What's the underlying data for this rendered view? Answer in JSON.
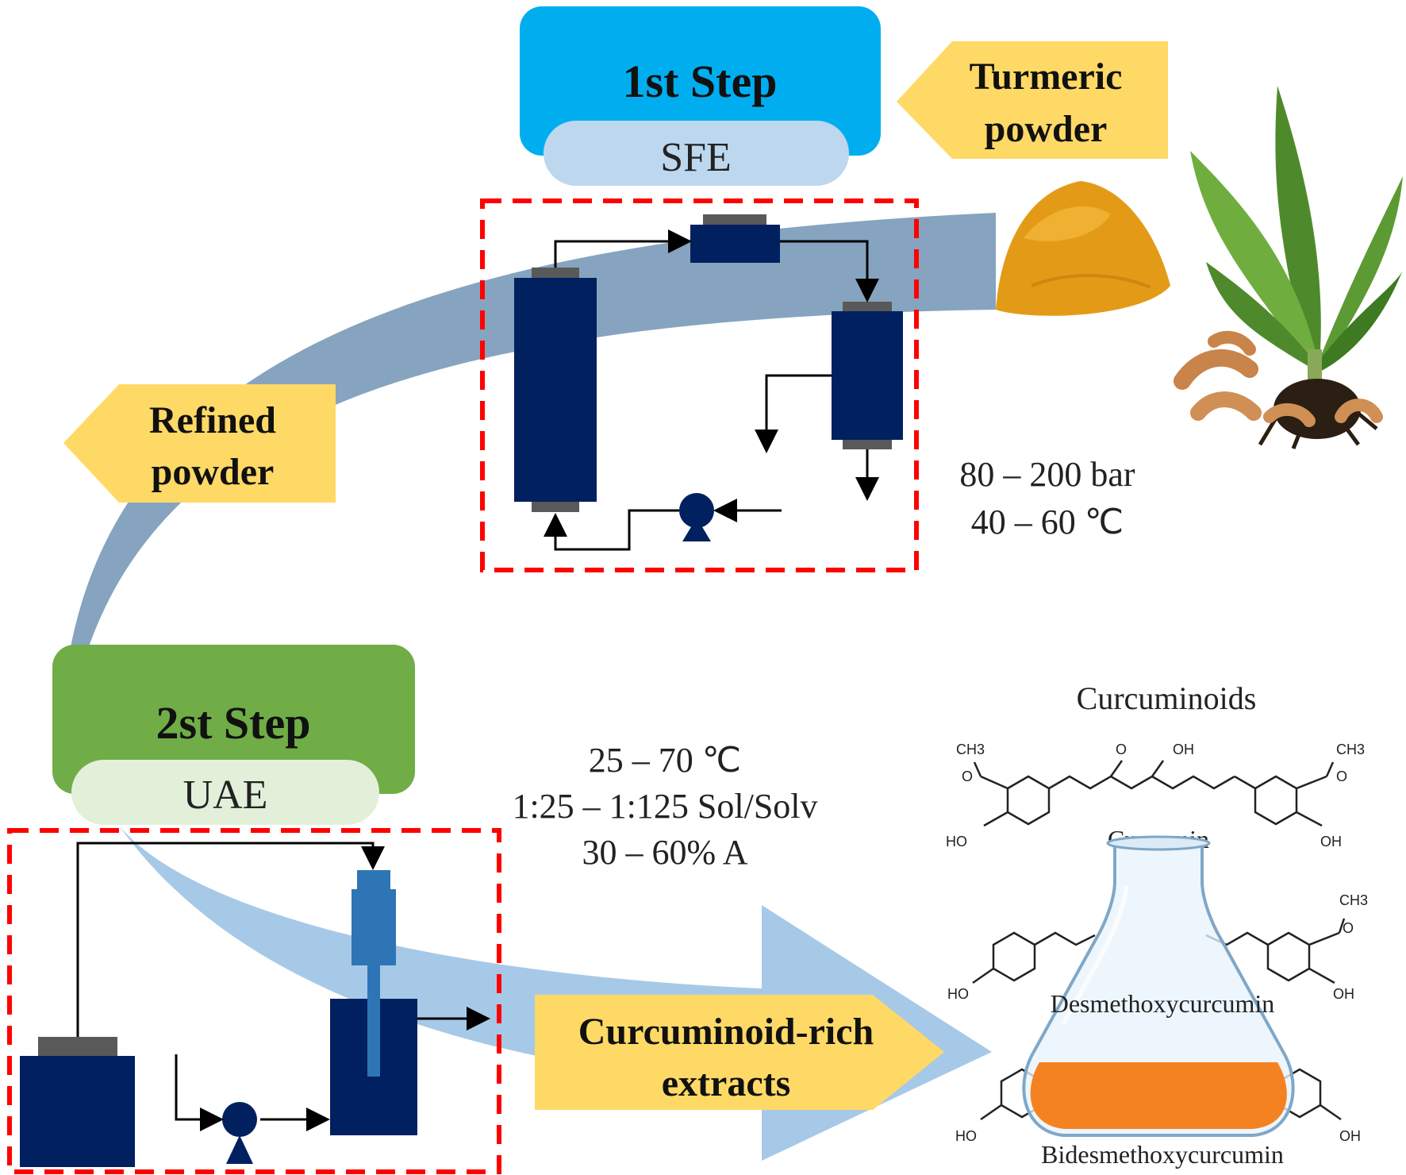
{
  "step1": {
    "title": "1st Step",
    "method": "SFE"
  },
  "step2": {
    "title": "2st Step",
    "method": "UAE"
  },
  "inputs": {
    "turmeric_line1": "Turmeric",
    "turmeric_line2": "powder"
  },
  "intermediate": {
    "refined_line1": "Refined",
    "refined_line2": "powder"
  },
  "output": {
    "extract_line1": "Curcuminoid-rich",
    "extract_line2": "extracts"
  },
  "sfe_conditions": {
    "pressure": "80 – 200 bar",
    "temperature": "40 – 60 ℃"
  },
  "uae_conditions": {
    "temperature": "25 – 70 ℃",
    "ratio": "1:25 – 1:125 Sol/Solv",
    "amplitude": "30 – 60% A"
  },
  "curcuminoids": {
    "heading": "Curcuminoids",
    "compound1": "Curcumin",
    "compound2": "Desmethoxycurcumin",
    "compound3": "Bidesmethoxycurcumin",
    "labels": {
      "ch3": "CH3",
      "o": "O",
      "oh": "OH",
      "ho": "HO"
    }
  },
  "colors": {
    "step1_header": "#00AEEF",
    "step1_sub": "#BDD7EE",
    "step2_header": "#70AD47",
    "step2_sub": "#E2F0D9",
    "callout": "#FFD966",
    "equipment": "#002060",
    "dashed_border": "#FF0000",
    "arc": "#7F9FBC",
    "flow_arrow": "#9DC3E6",
    "extract": "#F58220"
  }
}
